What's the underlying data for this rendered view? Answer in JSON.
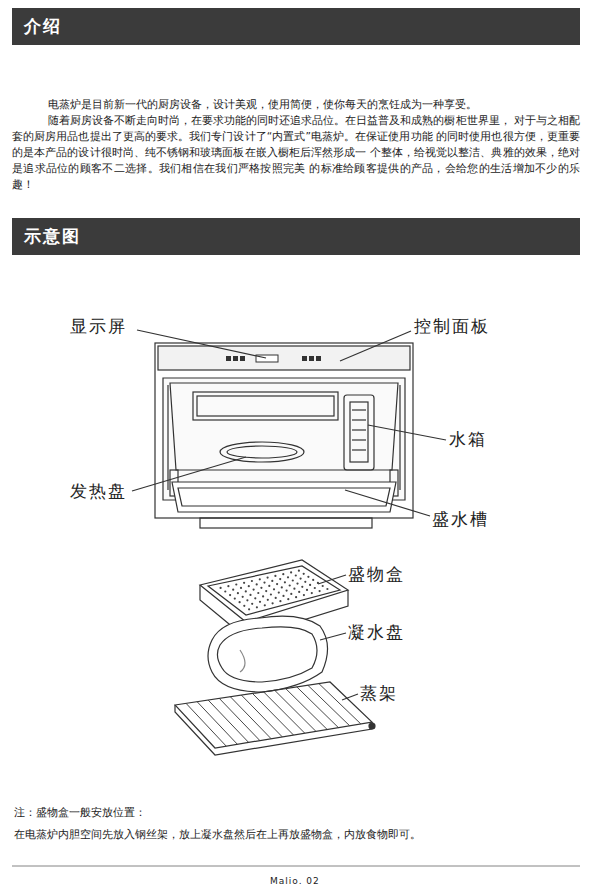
{
  "diagram": {
    "nodes": [
      {
        "text": [
          "介绍"
        ]
      },
      {
        "text": [
          "示意图"
        ]
      }
    ],
    "labels": [
      "电蒸炉是目前新一代的厨房设备，设计美观，使用简便，使你每天的烹饪成为一种享受。",
      "随着厨房设备不断走向时尚，在要求功能的同时还追求品位。在日益普及和成熟的橱柜世界里， 对于与之相配套的厨房用品也提出了更高的要求。我们专门设计了“内置式”电蒸炉。在保证使用功能 的同时使用也很方便，更重要的是本产品的设计很时尚、纯不锈钢和玻璃面板在嵌入橱柜后浑然形成一 个整体，给视觉以整洁、典雅的效果，绝对是追求品位的顾客不二选择。我们相信在我们严格按照完美 的标准给顾客提供的产品，会给您的生活增加不少的乐趣！",
      "显示屏",
      "控制面板",
      "水箱",
      "发热盘",
      "盛水槽",
      "盛物盒",
      "凝水盘",
      "蒸架",
      "注：盛物盒一般安放位置：",
      "在电蒸炉内胆空间先放入钢丝架，放上凝水盘然后在上再放盛物盒，内放食物即可。",
      "Malio. 02"
    ]
  }
}
